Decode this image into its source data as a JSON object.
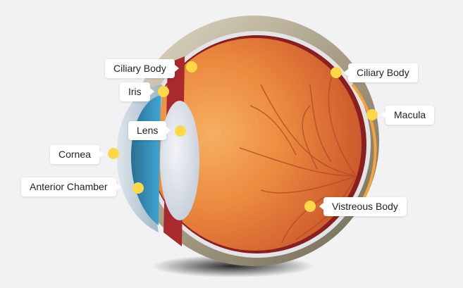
{
  "colors": {
    "marker": "#ffd84a",
    "background": "#f2f2f4"
  },
  "labels": {
    "ciliary_body_left": "Ciliary Body",
    "iris": "Iris",
    "lens": "Lens",
    "cornea": "Cornea",
    "anterior_chamber": "Anterior Chamber",
    "ciliary_body_right": "Ciliary Body",
    "macula": "Macula",
    "vitreous_body": "Vistreous Body"
  }
}
